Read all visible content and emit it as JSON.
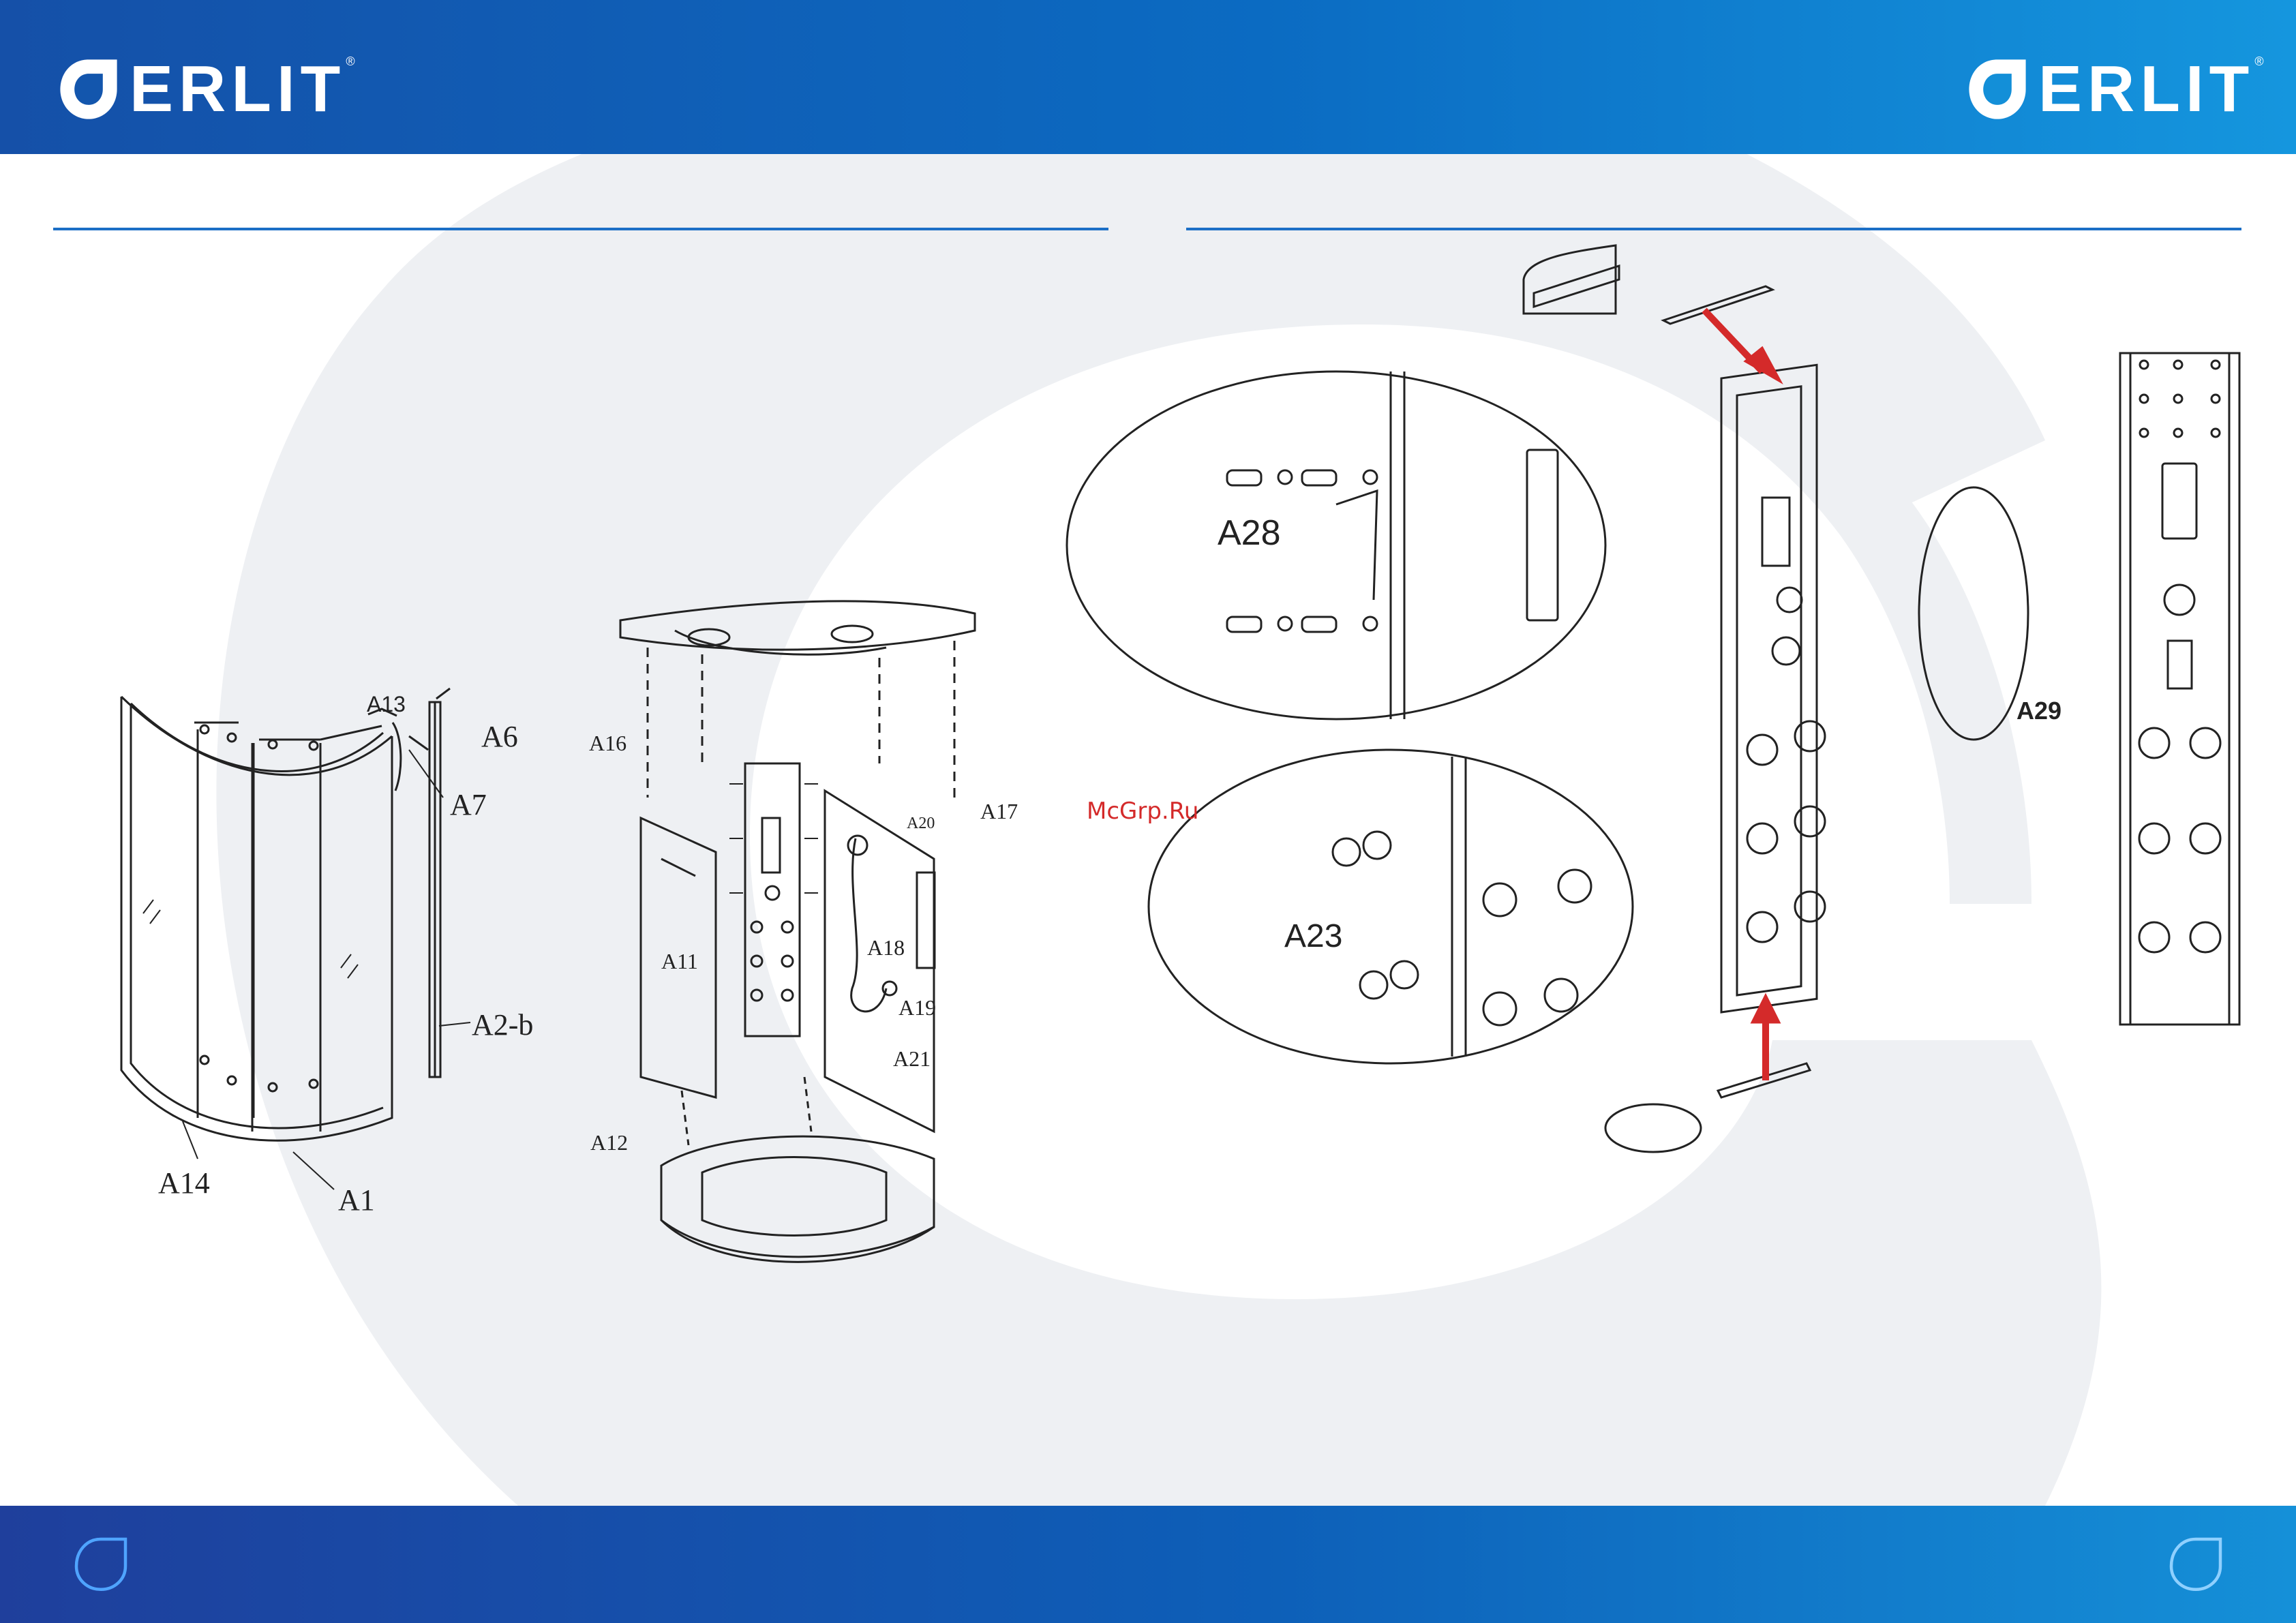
{
  "brand": {
    "name": "ERLIT",
    "reg_mark": "®",
    "header_color": "#0b6bc2",
    "footer_color": "#1f3f9c"
  },
  "watermark_site": "McGrp.Ru",
  "left_diagram": {
    "labels": {
      "a13": "A13",
      "a6": "A6",
      "a7": "A7",
      "a2b": "A2-b",
      "a14": "A14",
      "a1": "A1"
    }
  },
  "middle_diagram": {
    "labels": {
      "a16": "A16",
      "a20": "A20",
      "a17": "A17",
      "a11": "A11",
      "a18": "A18",
      "a19": "A19",
      "a21": "A21",
      "a12": "A12"
    }
  },
  "right_diagram": {
    "labels": {
      "a28": "A28",
      "a23": "A23",
      "a29": "A29"
    },
    "arrow_color": "#d42a2a"
  }
}
